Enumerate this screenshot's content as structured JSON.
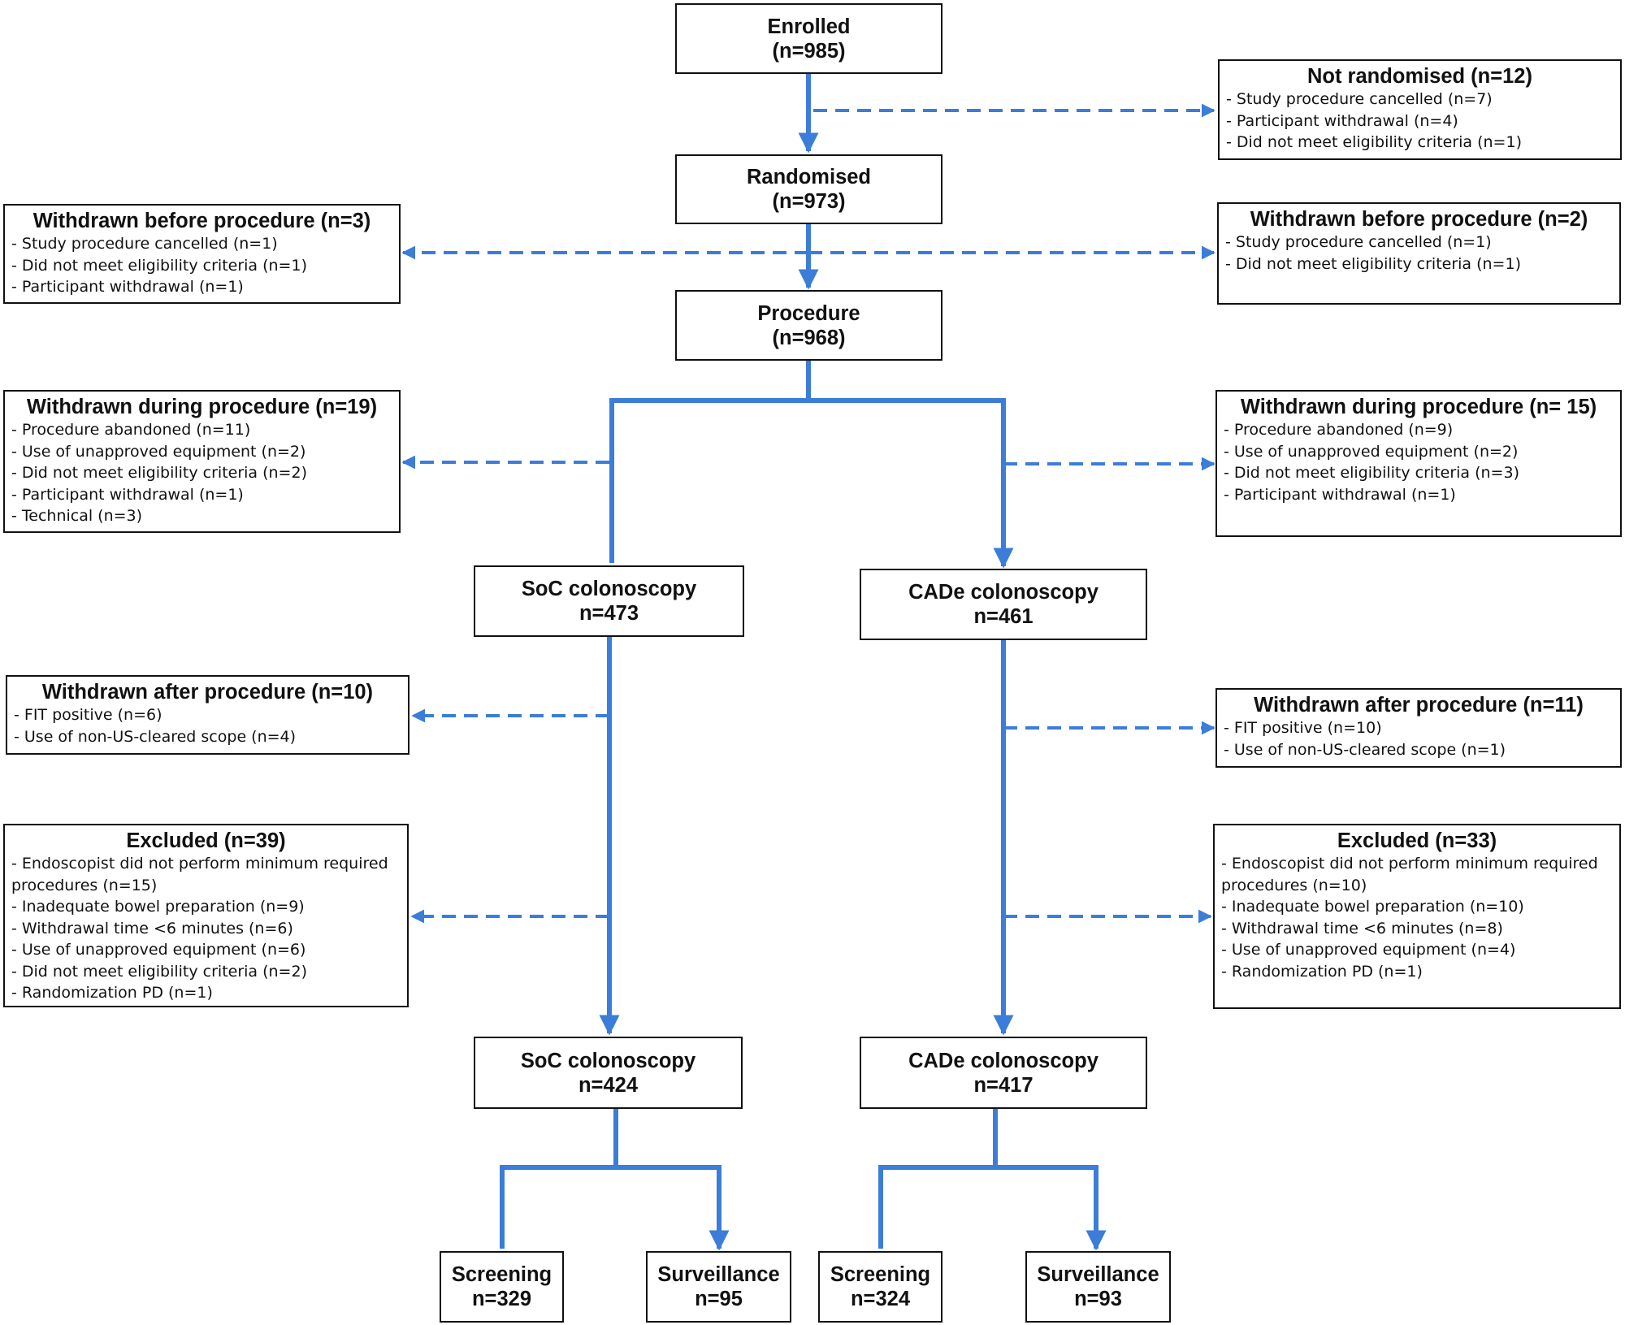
{
  "enrolled": {
    "label": "Enrolled",
    "count": "(n=985)"
  },
  "randomised": {
    "label": "Randomised",
    "count": "(n=973)"
  },
  "procedure": {
    "label": "Procedure",
    "count": "(n=968)"
  },
  "not_randomised": {
    "title": "Not randomised (n=12)",
    "items": [
      "- Study procedure cancelled (n=7)",
      "- Participant withdrawal (n=4)",
      "- Did not meet eligibility criteria (n=1)"
    ]
  },
  "withdrawn_before_left": {
    "title": "Withdrawn before procedure (n=3)",
    "items": [
      "- Study procedure cancelled (n=1)",
      "- Did not meet eligibility criteria (n=1)",
      "- Participant withdrawal (n=1)"
    ]
  },
  "withdrawn_before_right": {
    "title": "Withdrawn before procedure (n=2)",
    "items": [
      "- Study procedure cancelled (n=1)",
      "- Did not meet eligibility criteria (n=1)"
    ]
  },
  "withdrawn_during_left": {
    "title": "Withdrawn during procedure (n=19)",
    "items": [
      "- Procedure abandoned (n=11)",
      "- Use of unapproved equipment (n=2)",
      "- Did not meet eligibility criteria (n=2)",
      "- Participant withdrawal (n=1)",
      "- Technical (n=3)"
    ]
  },
  "withdrawn_during_right": {
    "title": "Withdrawn during procedure (n= 15)",
    "items": [
      "- Procedure abandoned (n=9)",
      "- Use of unapproved equipment (n=2)",
      "- Did not meet eligibility criteria (n=3)",
      "- Participant withdrawal (n=1)"
    ]
  },
  "soc_1": {
    "label": "SoC colonoscopy",
    "count": "n=473"
  },
  "cade_1": {
    "label": "CADe colonoscopy",
    "count": "n=461"
  },
  "withdrawn_after_left": {
    "title": "Withdrawn after procedure (n=10)",
    "items": [
      "- FIT positive (n=6)",
      "- Use of non-US-cleared scope (n=4)"
    ]
  },
  "withdrawn_after_right": {
    "title": "Withdrawn after procedure (n=11)",
    "items": [
      "- FIT positive (n=10)",
      "- Use of non-US-cleared scope (n=1)"
    ]
  },
  "excluded_left": {
    "title": "Excluded (n=39)",
    "items": [
      "- Endoscopist did not perform minimum required procedures (n=15)",
      "- Inadequate bowel preparation (n=9)",
      "- Withdrawal time <6 minutes (n=6)",
      "- Use of unapproved equipment (n=6)",
      "- Did not meet eligibility criteria (n=2)",
      "- Randomization PD (n=1)"
    ]
  },
  "excluded_right": {
    "title": "Excluded (n=33)",
    "items": [
      "- Endoscopist did not perform minimum required procedures (n=10)",
      "- Inadequate bowel preparation (n=10)",
      "- Withdrawal time <6 minutes (n=8)",
      "- Use of unapproved equipment (n=4)",
      "- Randomization PD (n=1)"
    ]
  },
  "soc_2": {
    "label": "SoC colonoscopy",
    "count": "n=424"
  },
  "cade_2": {
    "label": "CADe colonoscopy",
    "count": "n=417"
  },
  "soc_screening": {
    "label": "Screening",
    "count": "n=329"
  },
  "soc_surveillance": {
    "label": "Surveillance",
    "count": "n=95"
  },
  "cade_screening": {
    "label": "Screening",
    "count": "n=324"
  },
  "cade_surveillance": {
    "label": "Surveillance",
    "count": "n=93"
  },
  "colors": {
    "connector": "#3b7dd8",
    "border": "#111111"
  }
}
